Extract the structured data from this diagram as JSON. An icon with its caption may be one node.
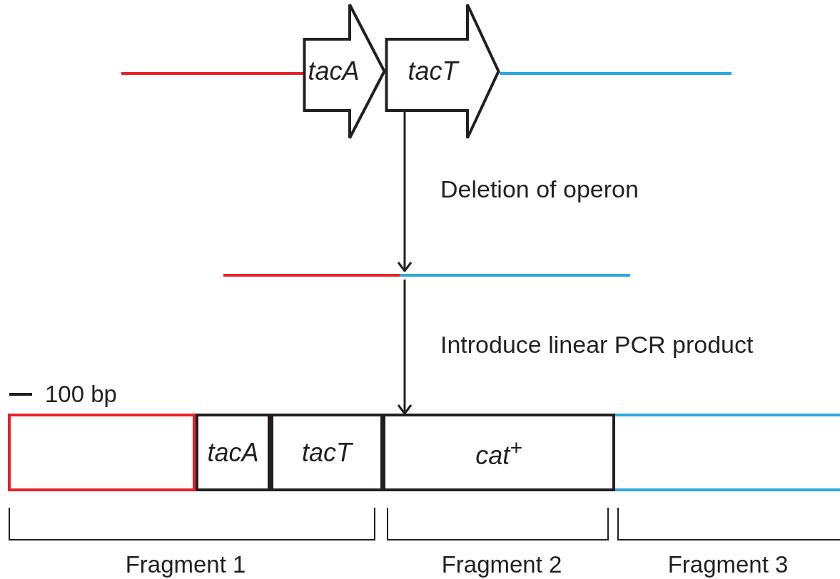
{
  "diagram": {
    "nodes": [
      {
        "text": [
          "tacA"
        ]
      },
      {
        "text": [
          "tacT"
        ]
      },
      {
        "text": [],
        "shape": "bar"
      },
      {
        "text": [],
        "shape": "box"
      },
      {
        "text": [
          "tacA"
        ]
      },
      {
        "text": [
          "tacT"
        ]
      },
      {
        "text": [
          "cat$^{+}$"
        ]
      },
      {
        "text": [],
        "shape": "box"
      }
    ],
    "edges": [
      {
        "from": 1,
        "to": 2,
        "arrow": "to",
        "label": "Deletion of operon"
      },
      {
        "from": 2,
        "to": 6,
        "arrow": "to",
        "label": "Introduce linear PCR product"
      }
    ],
    "labels": [
      "100 bp",
      "Fragment 1",
      "Fragment 2",
      "Fragment 3"
    ]
  }
}
